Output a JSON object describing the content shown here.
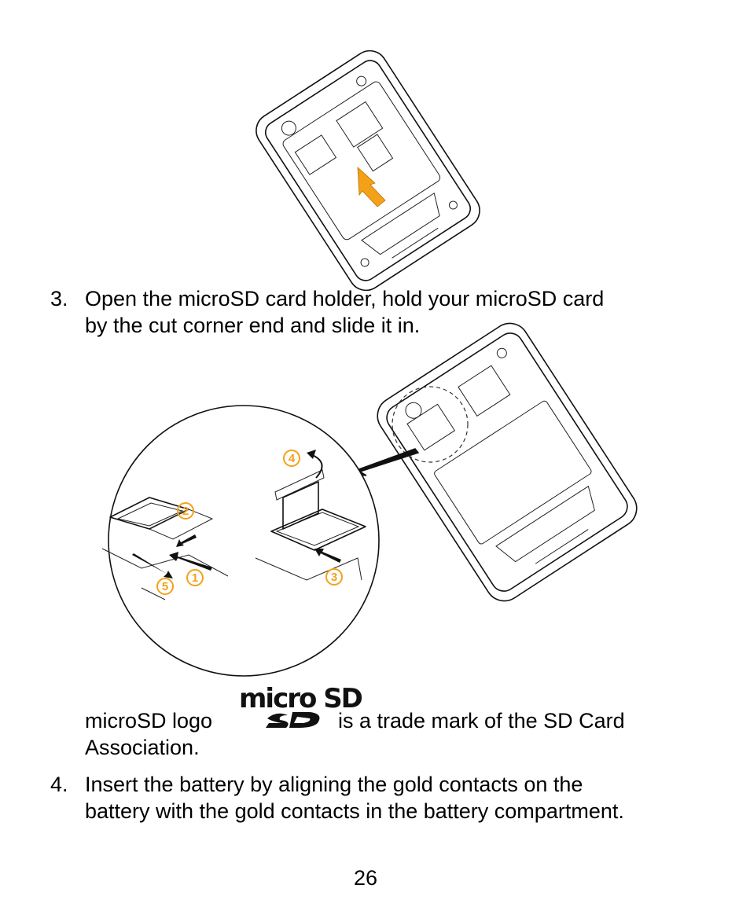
{
  "step3": {
    "number": "3.",
    "line1": "Open the microSD card holder, hold your microSD card",
    "line2": "by the cut corner end and slide it in."
  },
  "logo_note": {
    "prefix": "microSD logo",
    "suffix": "is a trade mark of the SD Card",
    "line2": "Association.",
    "logo_word": "micro SD"
  },
  "step4": {
    "number": "4.",
    "line1": "Insert the battery by aligning the gold contacts on the",
    "line2": "battery with the gold contacts in the battery compartment."
  },
  "callouts": [
    "1",
    "2",
    "3",
    "4",
    "5"
  ],
  "page_number": "26",
  "colors": {
    "arrow_orange": "#f4a11a",
    "line": "#111111"
  }
}
